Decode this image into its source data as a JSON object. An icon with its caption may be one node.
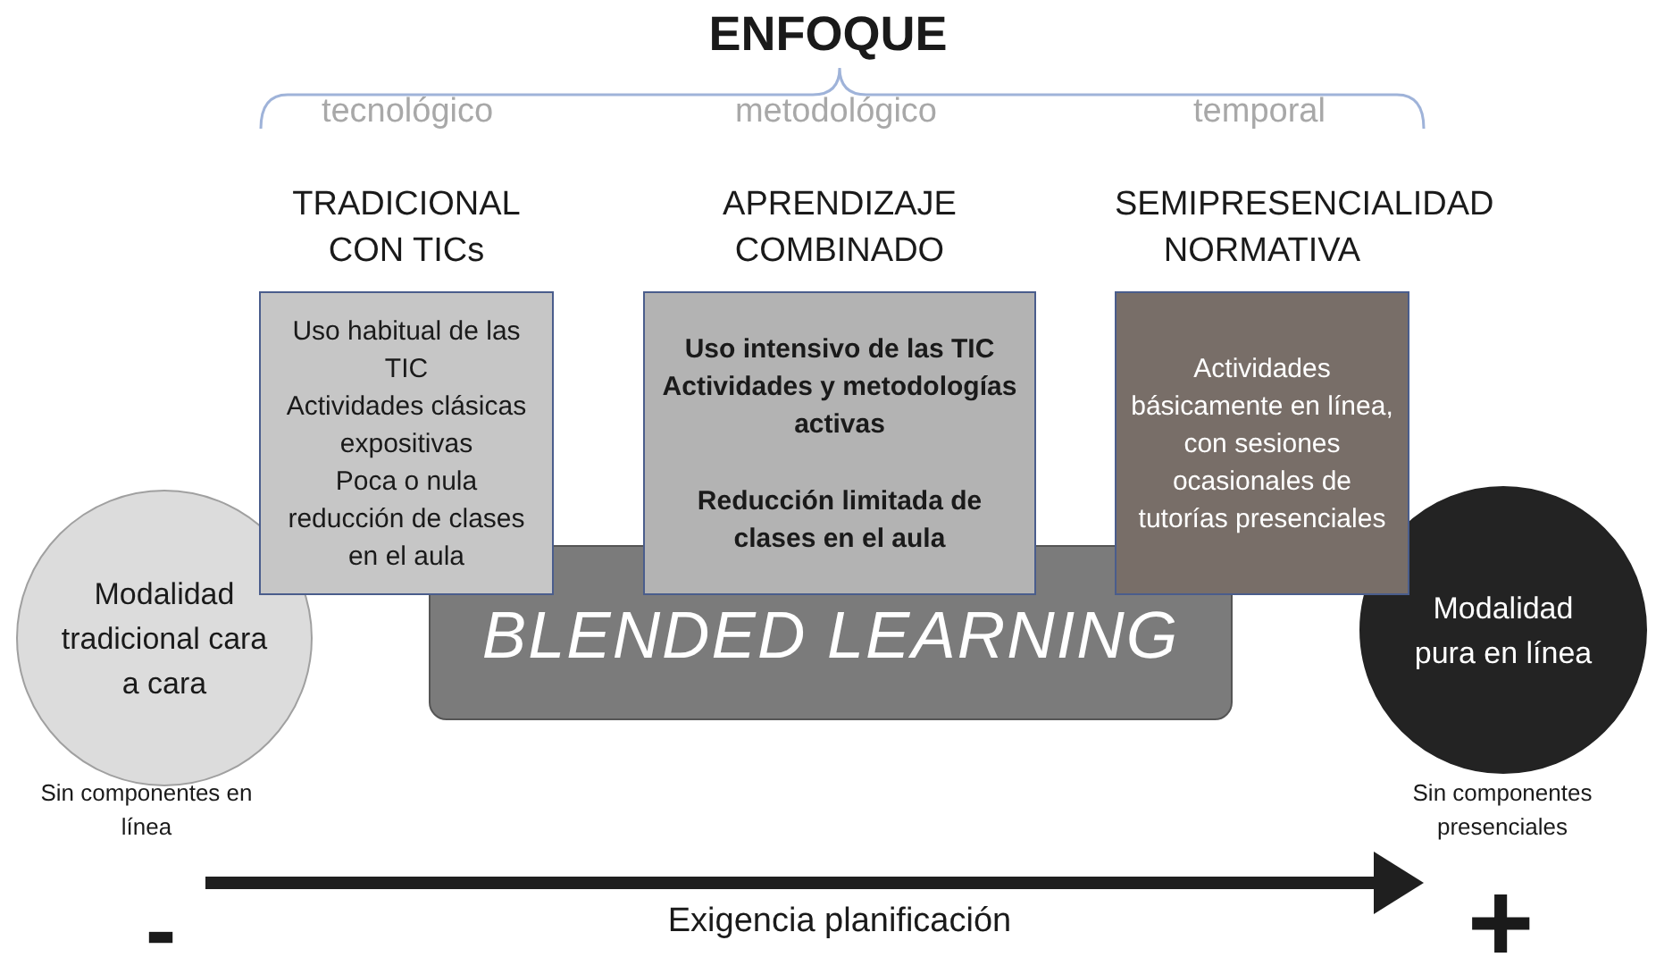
{
  "diagram": {
    "title": "ENFOQUE",
    "nodes": [
      {
        "text": [
          "Modalidad tradicional cara a cara"
        ],
        "beside": [
          "Sin componentes en línea"
        ]
      },
      {
        "text": [
          "BLENDED LEARNING"
        ]
      },
      {
        "text": [
          "TRADICIONAL CON TICs",
          "Uso habitual de las TIC",
          "Actividades clásicas expositivas",
          "Poca o nula reducción de clases en el aula"
        ]
      },
      {
        "text": [
          "APRENDIZAJE COMBINADO",
          "Uso intensivo de las TIC",
          "Actividades y metodologías activas",
          "Reducción limitada de clases en el aula"
        ]
      },
      {
        "text": [
          "SEMIPRESENCIALIDAD NORMATIVA",
          "Actividades básicamente en línea, con sesiones ocasionales de tutorías presenciales"
        ]
      },
      {
        "text": [
          "Modalidad pura en línea"
        ],
        "beside": [
          "Sin componentes presenciales"
        ]
      }
    ],
    "labels": [
      "tecnológico",
      "metodológico",
      "temporal",
      "-",
      "Exigencia planificación",
      "+"
    ]
  }
}
